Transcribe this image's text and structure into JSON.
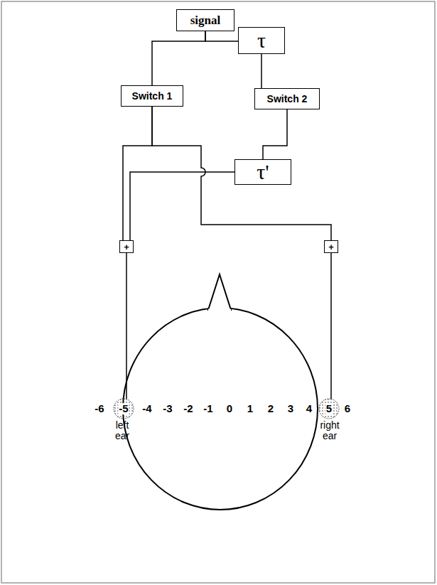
{
  "diagram": {
    "nodes": [
      {
        "text": [
          "signal"
        ]
      },
      {
        "text": [
          "τ"
        ]
      },
      {
        "text": [
          "Switch 1"
        ]
      },
      {
        "text": [
          "Switch 2"
        ]
      },
      {
        "text": [
          "τ'"
        ]
      },
      {
        "text": [
          "+"
        ]
      },
      {
        "text": [
          "+"
        ]
      }
    ],
    "edges": [
      {
        "from": 0,
        "to": 2,
        "arrow": "none"
      },
      {
        "from": 0,
        "to": 1,
        "arrow": "none"
      },
      {
        "from": 1,
        "to": 3,
        "arrow": "none"
      },
      {
        "from": 2,
        "to": 5,
        "arrow": "none"
      },
      {
        "from": 2,
        "to": 6,
        "arrow": "none"
      },
      {
        "from": 3,
        "to": 4,
        "arrow": "none"
      },
      {
        "from": 4,
        "to": 5,
        "arrow": "none"
      }
    ],
    "labels": [
      "-6",
      "-5",
      "-4",
      "-3",
      "-2",
      "-1",
      "0",
      "1",
      "2",
      "3",
      "4",
      "5",
      "6",
      "left ear",
      "right ear"
    ]
  }
}
